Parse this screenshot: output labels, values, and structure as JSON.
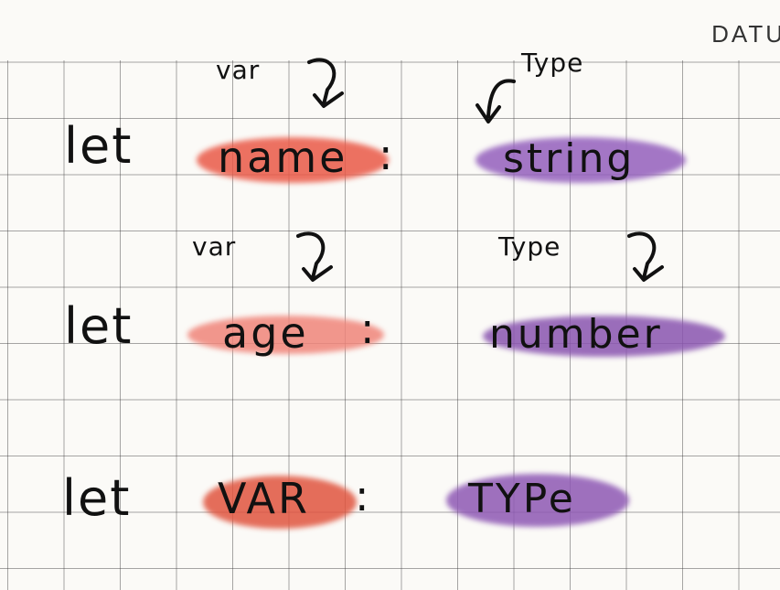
{
  "header": {
    "brand": "DATU"
  },
  "colors": {
    "var_highlight": "#e9604c",
    "type_highlight": "#8f57b8",
    "ink": "#111111"
  },
  "lines": [
    {
      "keyword": "let",
      "var_label": "var",
      "var_name": "name",
      "colon": ":",
      "type_label": "Type",
      "type_name": "string"
    },
    {
      "keyword": "let",
      "var_label": "var",
      "var_name": "age",
      "colon": ":",
      "type_label": "Type",
      "type_name": "number"
    },
    {
      "keyword": "let",
      "var_name": "VAR",
      "colon": ":",
      "type_name": "TYPe"
    }
  ]
}
